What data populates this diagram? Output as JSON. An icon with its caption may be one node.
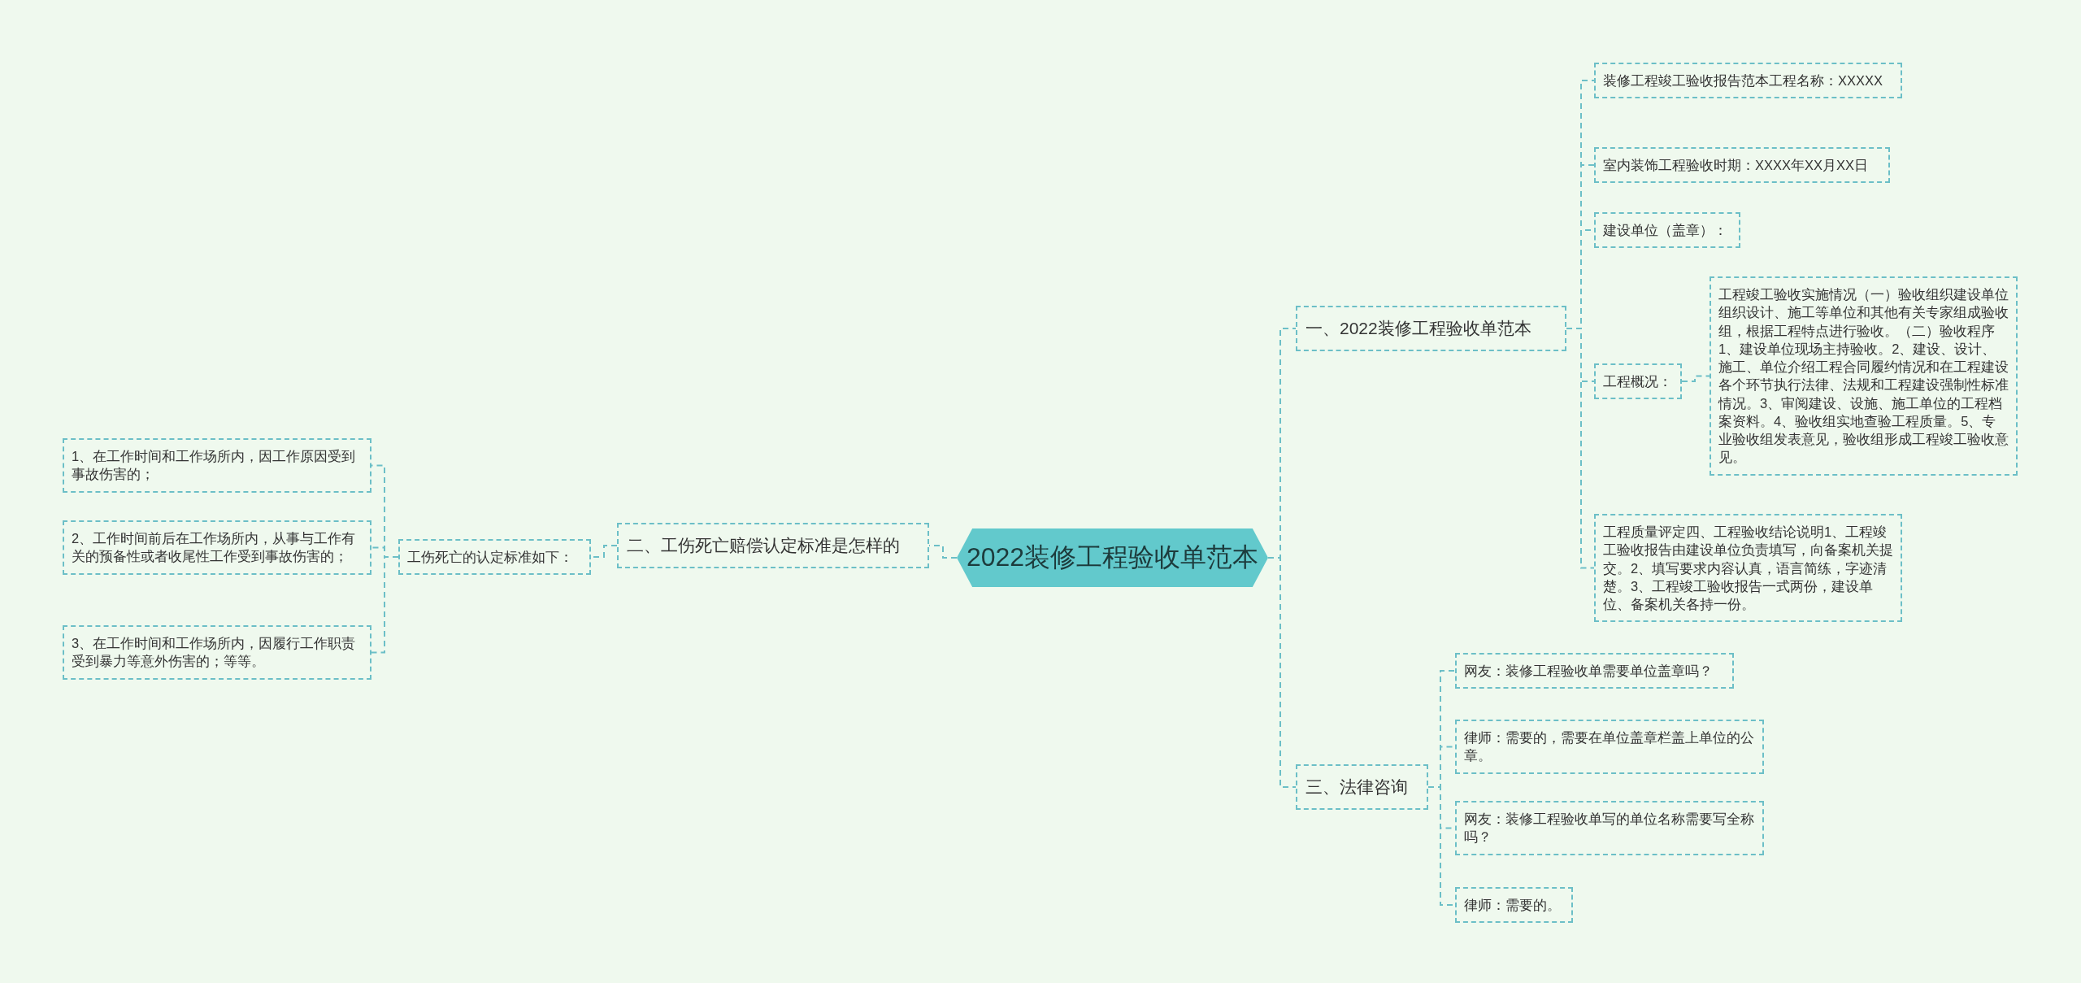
{
  "diagram": {
    "nodes": [
      {
        "text": [
          "2022装修工程验收单范本"
        ]
      },
      {
        "text": [
          "一、2022装修工程验收单范本"
        ]
      },
      {
        "text": [
          "装修工程竣工验收报告范本工程名称：XXXXX"
        ]
      },
      {
        "text": [
          "室内装饰工程验收时期：XXXX年XX月XX日"
        ]
      },
      {
        "text": [
          "建设单位（盖章）："
        ]
      },
      {
        "text": [
          "工程概况："
        ]
      },
      {
        "text": [
          "工程竣工验收实施情况（一）验收组织建设单位组织设计、施工等单位和其他有关专家组成验收组，根据工程特点进行验收。（二）验收程序1、建设单位现场主持验收。2、建设、设计、施工、单位介绍工程合同履约情况和在工程建设各个环节执行法律、法规和工程建设强制性标准情况。3、审阅建设、设施、施工单位的工程档案资料。4、验收组实地查验工程质量。5、专业验收组发表意见，验收组形成工程竣工验收意见。"
        ]
      },
      {
        "text": [
          "工程质量评定四、工程验收结论说明1、工程竣工验收报告由建设单位负责填写，向备案机关提交。2、填写要求内容认真，语言简练，字迹清楚。3、工程竣工验收报告一式两份，建设单位、备案机关各持一份。"
        ]
      },
      {
        "text": [
          "三、法律咨询"
        ]
      },
      {
        "text": [
          "网友：装修工程验收单需要单位盖章吗？"
        ]
      },
      {
        "text": [
          "律师：需要的，需要在单位盖章栏盖上单位的公章。"
        ]
      },
      {
        "text": [
          "网友：装修工程验收单写的单位名称需要写全称吗？"
        ]
      },
      {
        "text": [
          "律师：需要的。"
        ]
      },
      {
        "text": [
          "二、工伤死亡赔偿认定标准是怎样的"
        ]
      },
      {
        "text": [
          "工伤死亡的认定标准如下："
        ]
      },
      {
        "text": [
          "1、在工作时间和工作场所内，因工作原因受到事故伤害的；"
        ]
      },
      {
        "text": [
          "2、工作时间前后在工作场所内，从事与工作有关的预备性或者收尾性工作受到事故伤害的；"
        ]
      },
      {
        "text": [
          "3、在工作时间和工作场所内，因履行工作职责受到暴力等意外伤害的；等等。"
        ]
      }
    ],
    "edges": [
      {
        "from": 0,
        "to": 1,
        "arrow": "none"
      },
      {
        "from": 1,
        "to": 2,
        "arrow": "none"
      },
      {
        "from": 1,
        "to": 3,
        "arrow": "none"
      },
      {
        "from": 1,
        "to": 4,
        "arrow": "none"
      },
      {
        "from": 1,
        "to": 5,
        "arrow": "none"
      },
      {
        "from": 5,
        "to": 6,
        "arrow": "none"
      },
      {
        "from": 1,
        "to": 7,
        "arrow": "none"
      },
      {
        "from": 0,
        "to": 8,
        "arrow": "none"
      },
      {
        "from": 8,
        "to": 9,
        "arrow": "none"
      },
      {
        "from": 8,
        "to": 10,
        "arrow": "none"
      },
      {
        "from": 8,
        "to": 11,
        "arrow": "none"
      },
      {
        "from": 8,
        "to": 12,
        "arrow": "none"
      },
      {
        "from": 0,
        "to": 13,
        "arrow": "none"
      },
      {
        "from": 13,
        "to": 14,
        "arrow": "none"
      },
      {
        "from": 14,
        "to": 15,
        "arrow": "none"
      },
      {
        "from": 14,
        "to": 16,
        "arrow": "none"
      },
      {
        "from": 14,
        "to": 17,
        "arrow": "none"
      }
    ]
  }
}
